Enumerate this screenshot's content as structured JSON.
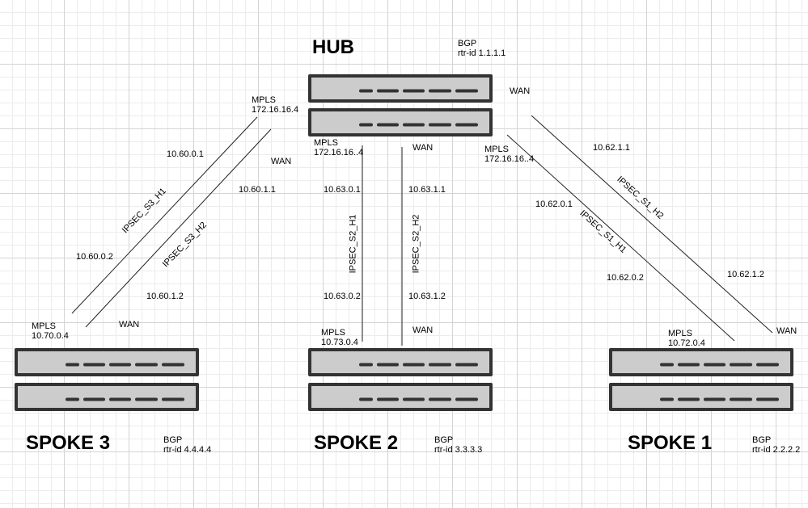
{
  "hub": {
    "title": "HUB",
    "bgp": "BGP",
    "rtr_id": "rtr-id 1.1.1.1",
    "wan": "WAN",
    "mpls_left": "MPLS",
    "ip_left": "172.16.16..4",
    "wan_bottom": "WAN",
    "mpls_right": "MPLS",
    "ip_right": "172.16.16..4"
  },
  "spoke1": {
    "title": "SPOKE 1",
    "bgp": "BGP",
    "rtr_id": "rtr-id 2.2.2.2",
    "mpls": "MPLS",
    "mpls_ip": "10.72.0.4",
    "wan": "WAN"
  },
  "spoke2": {
    "title": "SPOKE 2",
    "bgp": "BGP",
    "rtr_id": "rtr-id 3.3.3.3",
    "mpls": "MPLS",
    "mpls_ip": "10.73.0.4",
    "wan": "WAN"
  },
  "spoke3": {
    "title": "SPOKE 3",
    "bgp": "BGP",
    "rtr_id": "rtr-id 4.4.4.4",
    "mpls": "MPLS",
    "mpls_ip": "10.70.0.4",
    "wan": "WAN",
    "hub_mpls": "MPLS",
    "hub_mpls_ip": "172.16.16.4",
    "hub_wan": "WAN"
  },
  "tunnels": {
    "s3_h1": {
      "name": "IPSEC_S3_H1",
      "hub_ip": "10.60.0.1",
      "spoke_ip": "10.60.0.2"
    },
    "s3_h2": {
      "name": "IPSEC_S3_H2",
      "hub_ip": "10.60.1.1",
      "spoke_ip": "10.60.1.2"
    },
    "s2_h1": {
      "name": "IPSEC_S2_H1",
      "hub_ip": "10.63.0.1",
      "spoke_ip": "10.63.0.2"
    },
    "s2_h2": {
      "name": "IPSEC_S2_H2",
      "hub_ip": "10.63.1.1",
      "spoke_ip": "10.63.1.2"
    },
    "s1_h1": {
      "name": "IPSEC_S1_H1",
      "hub_ip": "10.62.0.1",
      "spoke_ip": "10.62.0.2"
    },
    "s1_h2": {
      "name": "IPSEC_S1_H2",
      "hub_ip": "10.62.1.1",
      "spoke_ip": "10.62.1.2"
    }
  }
}
